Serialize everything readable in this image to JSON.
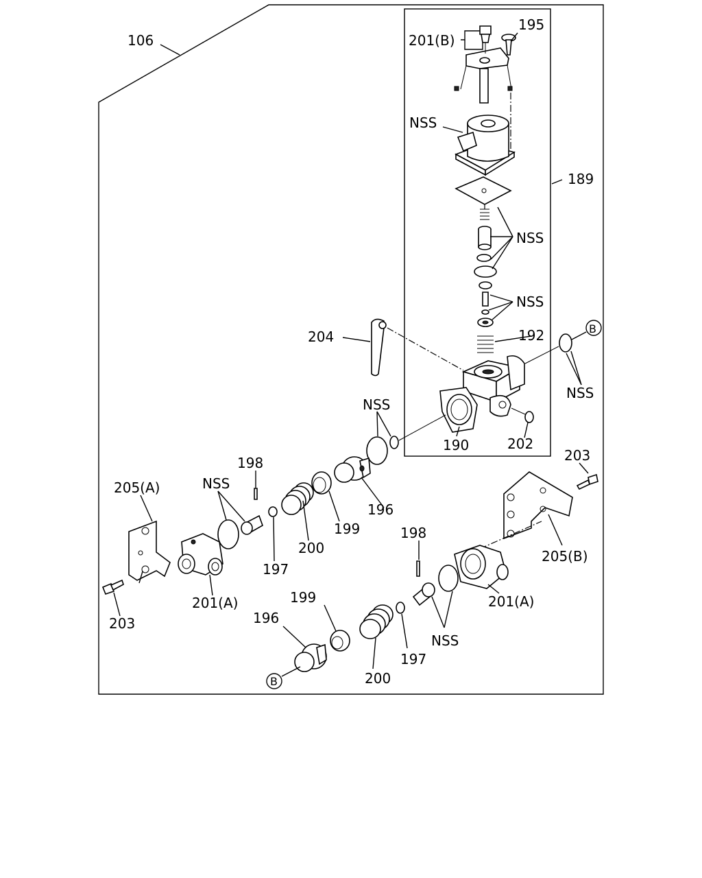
{
  "labels": {
    "l106": "106",
    "l195": "195",
    "l201b": "201(B)",
    "l189": "189",
    "nss_solenoid": "NSS",
    "nss_valve1": "NSS",
    "nss_valve2": "NSS",
    "l192": "192",
    "l204": "204",
    "circle_b_top": "B",
    "nss_right": "NSS",
    "nss_center": "NSS",
    "l190": "190",
    "l202": "202",
    "l198_left": "198",
    "l205a": "205(A)",
    "nss_left": "NSS",
    "l196_upper": "196",
    "l199_upper": "199",
    "l200_upper": "200",
    "l197_upper": "197",
    "l201a_left": "201(A)",
    "l203_left": "203",
    "l203_right": "203",
    "l205b": "205(B)",
    "l198_right": "198",
    "l201a_right": "201(A)",
    "l199_lower": "199",
    "l196_lower": "196",
    "l200_lower": "200",
    "l197_lower": "197",
    "nss_lower": "NSS",
    "circle_b_bottom": "B"
  }
}
